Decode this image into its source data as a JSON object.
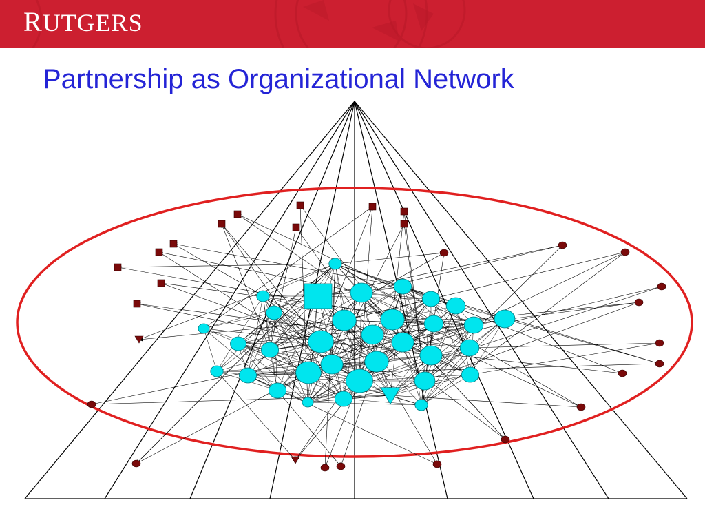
{
  "header": {
    "logo_text": "Rutgers",
    "logo_parts": {
      "initial": "R",
      "rest": "UTGERS"
    },
    "bar_color": "#cc1f30"
  },
  "slide": {
    "title": "Partnership as Organizational Network",
    "title_color": "#2424d6"
  },
  "diagram": {
    "boundary_color": "#e02020",
    "core_node_color": "#00e5ee",
    "peripheral_node_color": "#7a0a0a",
    "edge_color": "#000000",
    "icons": [
      "circle-node",
      "square-node",
      "triangle-node"
    ]
  }
}
